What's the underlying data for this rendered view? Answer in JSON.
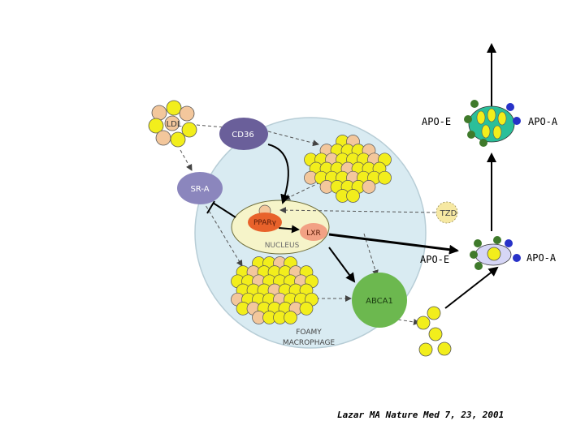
{
  "labels": {
    "ldl": "LDL",
    "cd36": "CD36",
    "sra": "SR-A",
    "ppar": "PPARγ",
    "lxr": "LXR",
    "nucleus": "NUCLEUS",
    "tzd": "TZD",
    "abca1": "ABCA1",
    "foamy_line1": "FOAMY",
    "foamy_line2": "MACROPHAGE",
    "apoe_top": "APO-E",
    "apoa_top": "APO-A",
    "apoe_mid": "APO-E",
    "apoa_mid": "APO-A"
  },
  "citation": "Lazar MA Nature Med 7, 23, 2001",
  "colors": {
    "cell": "#d9ebf2",
    "nucleus": "#f6f4c9",
    "cd36": "#6a5f9a",
    "sra": "#8b86bd",
    "abca1": "#6cb84f",
    "ppar": "#e8622b",
    "lxr": "#f2a184",
    "lipid": "#f2ee1c",
    "lipid_alt": "#f3c79c",
    "hdl_mature": "#2bbf9a",
    "hdl_nascent": "#d6d6f6",
    "apoe": "#3f7a2b",
    "apoa": "#2832c8"
  }
}
